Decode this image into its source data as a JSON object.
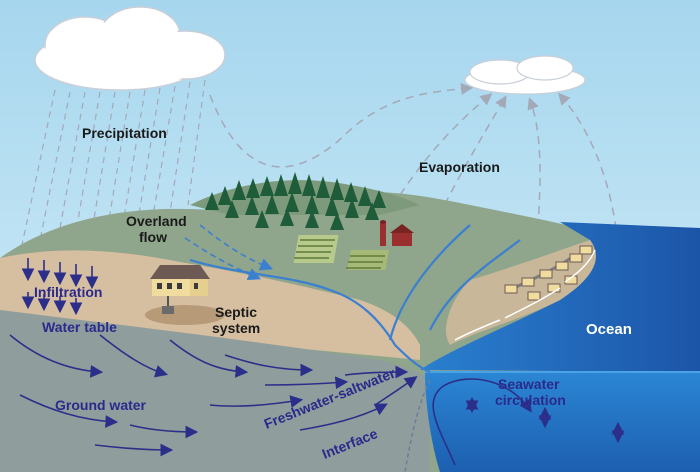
{
  "labels": {
    "precipitation": "Precipitation",
    "evaporation": "Evaporation",
    "overland_flow_1": "Overland",
    "overland_flow_2": "flow",
    "infiltration": "Infiltration",
    "water_table": "Water table",
    "septic_1": "Septic",
    "septic_2": "system",
    "ground_water": "Ground water",
    "ocean": "Ocean",
    "seawater_1": "Seawater",
    "seawater_2": "circulation",
    "interface_1": "Freshwater-saltwater",
    "interface_2": "Interface"
  },
  "colors": {
    "sky_top": "#a6d6ee",
    "sky_bottom": "#d4eef8",
    "hill": "#8fa58c",
    "hill_light": "#a9b89d",
    "soil": "#d6bea0",
    "groundwater": "#8f9e9c",
    "ocean_deep": "#1c55a8",
    "ocean_shallow": "#2a7fcf",
    "trees": "#1f5c39",
    "arrows": "#2c2f8a",
    "dashes": "#a3a9b6"
  }
}
